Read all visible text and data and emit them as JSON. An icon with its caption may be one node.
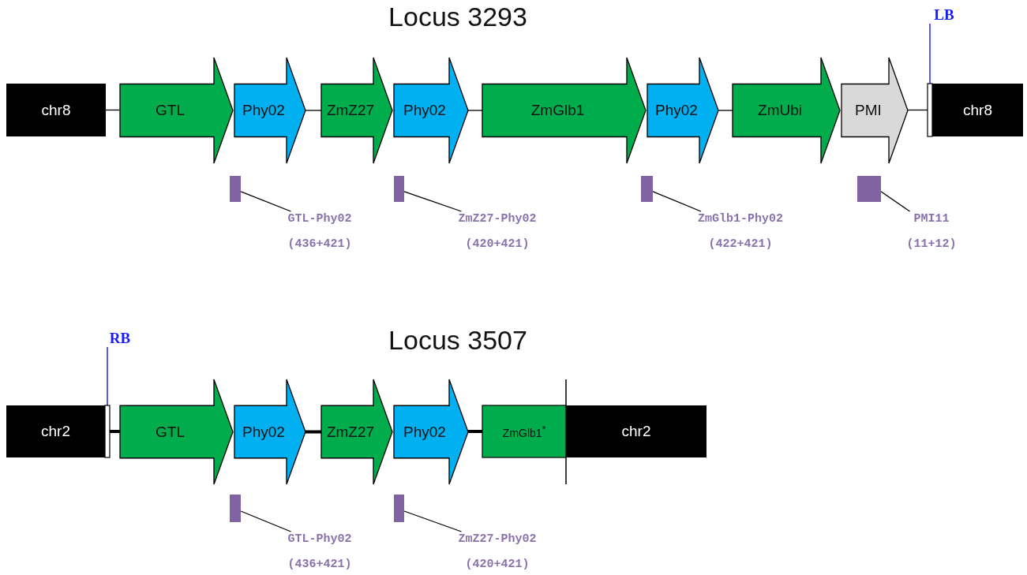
{
  "diagram": {
    "nodes": [
      {
        "text": [
          "chr8"
        ]
      },
      {
        "text": [
          "GTL"
        ]
      },
      {
        "text": [
          "Phy02"
        ]
      },
      {
        "text": [
          "ZmZ27"
        ]
      },
      {
        "text": [
          "Phy02"
        ]
      },
      {
        "text": [
          "ZmGlb1"
        ]
      },
      {
        "text": [
          "Phy02"
        ]
      },
      {
        "text": [
          "ZmUbi"
        ]
      },
      {
        "text": [
          "PMI"
        ]
      },
      {
        "text": [],
        "shape": "bar"
      },
      {
        "text": [
          "chr8"
        ]
      },
      {
        "text": [
          "LB"
        ]
      },
      {
        "text": [],
        "shape": "bar"
      },
      {
        "text": [
          "GTL-Phy02",
          "(436+421)"
        ]
      },
      {
        "text": [],
        "shape": "bar"
      },
      {
        "text": [
          "ZmZ27-Phy02",
          "(420+421)"
        ]
      },
      {
        "text": [],
        "shape": "bar"
      },
      {
        "text": [
          "ZmGlb1-Phy02",
          "(422+421)"
        ]
      },
      {
        "text": [],
        "shape": "bar"
      },
      {
        "text": [
          "PMI11",
          "(11+12)"
        ]
      },
      {
        "text": [
          "RB"
        ]
      },
      {
        "text": [
          "chr2"
        ]
      },
      {
        "text": [],
        "shape": "bar"
      },
      {
        "text": [
          "GTL"
        ]
      },
      {
        "text": [
          "Phy02"
        ]
      },
      {
        "text": [
          "ZmZ27"
        ]
      },
      {
        "text": [
          "Phy02"
        ]
      },
      {
        "text": [
          "ZmGlb1$^{*}$"
        ]
      },
      {
        "text": [
          "chr2"
        ]
      },
      {
        "text": [],
        "shape": "bar"
      },
      {
        "text": [
          "GTL-Phy02",
          "(436+421)"
        ]
      },
      {
        "text": [],
        "shape": "bar"
      },
      {
        "text": [
          "ZmZ27-Phy02",
          "(420+421)"
        ]
      }
    ],
    "edges": [
      {
        "from": 0,
        "to": 1,
        "arrow": "none"
      },
      {
        "from": 2,
        "to": 3,
        "arrow": "none"
      },
      {
        "from": 4,
        "to": 5,
        "arrow": "none"
      },
      {
        "from": 6,
        "to": 7,
        "arrow": "none"
      },
      {
        "from": 8,
        "to": 9,
        "arrow": "none"
      },
      {
        "from": 11,
        "to": 9,
        "arrow": "none",
        "color": "#0000ff"
      },
      {
        "from": 13,
        "to": 12,
        "arrow": "none"
      },
      {
        "from": 15,
        "to": 14,
        "arrow": "none"
      },
      {
        "from": 17,
        "to": 16,
        "arrow": "none"
      },
      {
        "from": 19,
        "to": 18,
        "arrow": "none"
      },
      {
        "from": 20,
        "to": 22,
        "arrow": "none",
        "color": "#0000ff"
      },
      {
        "from": 22,
        "to": 23,
        "arrow": "none",
        "style": "thick"
      },
      {
        "from": 24,
        "to": 25,
        "arrow": "none",
        "style": "thick"
      },
      {
        "from": 26,
        "to": 27,
        "arrow": "none",
        "style": "thick"
      },
      {
        "from": 30,
        "to": 29,
        "arrow": "none"
      },
      {
        "from": 32,
        "to": 31,
        "arrow": "none"
      }
    ],
    "labels": [
      "Locus 3293",
      "Locus 3507"
    ]
  }
}
